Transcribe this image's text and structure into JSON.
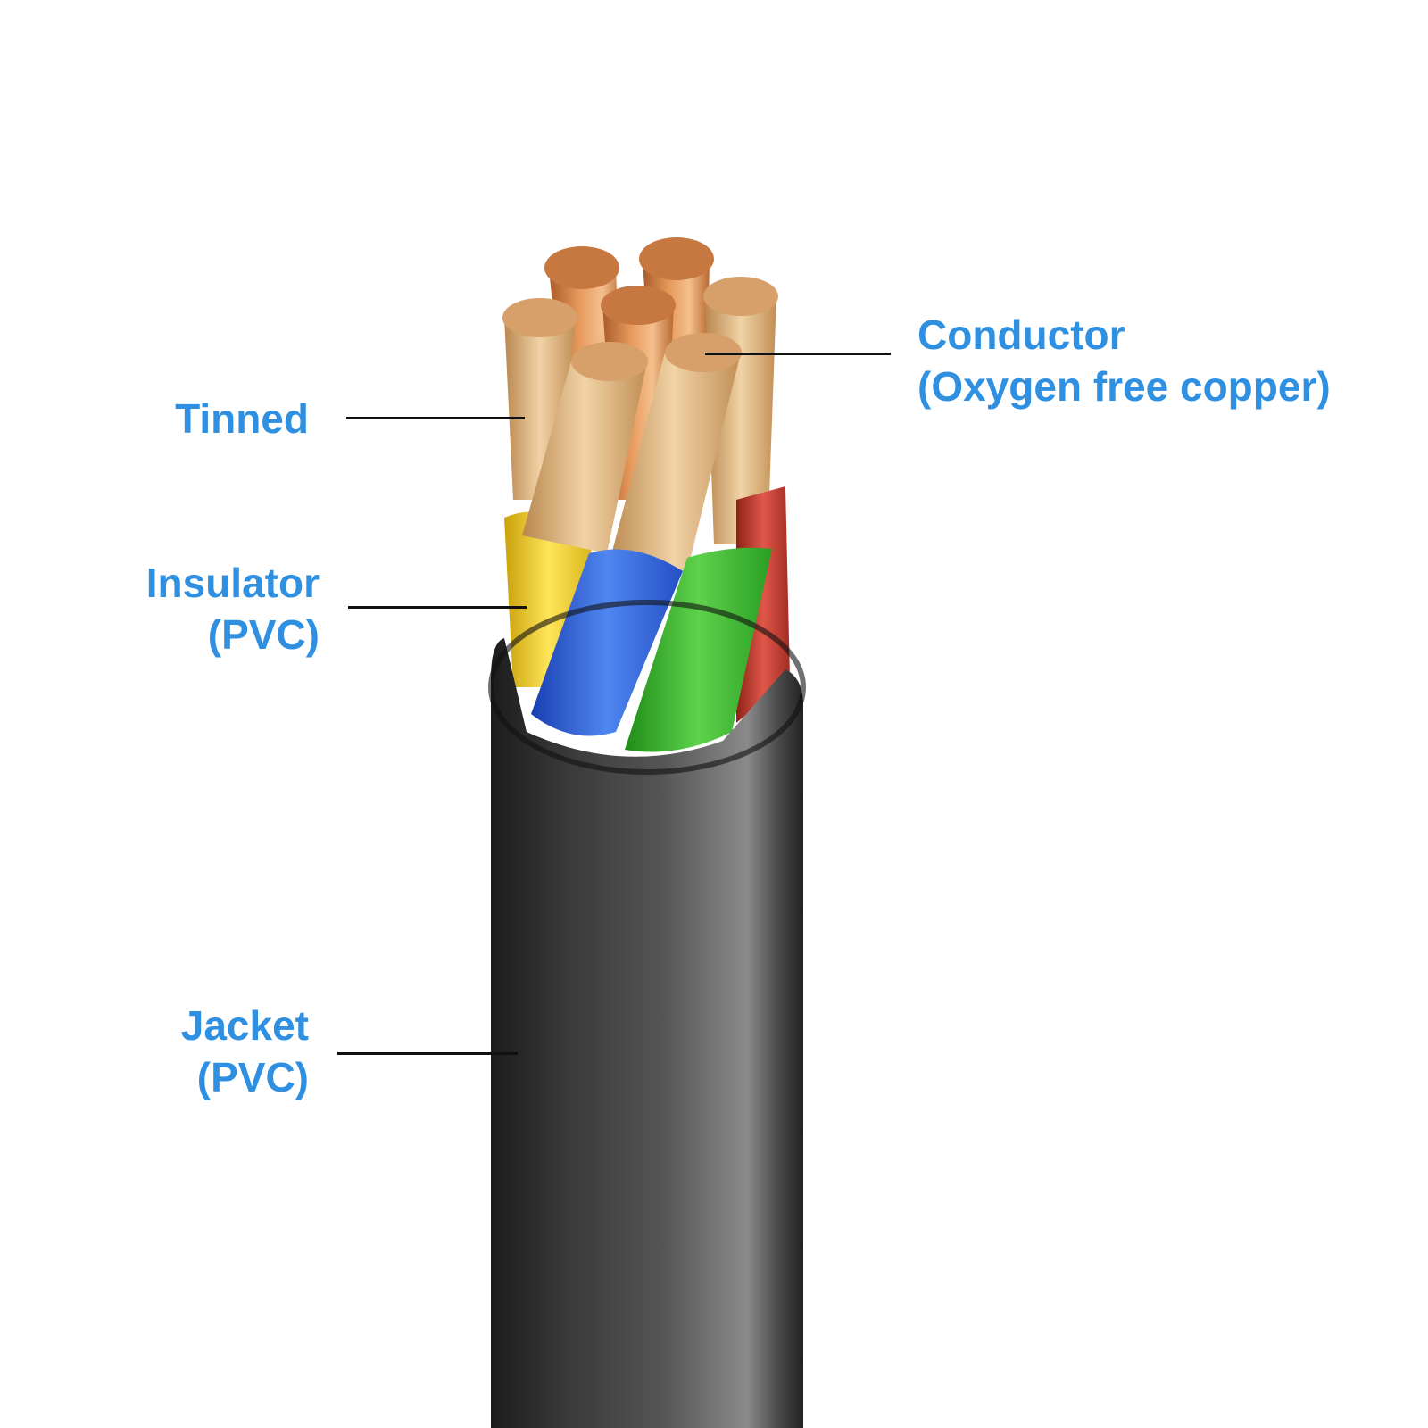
{
  "labels": {
    "tinned": {
      "line1": "Tinned"
    },
    "insulator": {
      "line1": "Insulator",
      "line2": "(PVC)"
    },
    "jacket": {
      "line1": "Jacket",
      "line2": "(PVC)"
    },
    "conductor": {
      "line1": "Conductor",
      "line2": "(Oxygen free copper)"
    }
  },
  "colors": {
    "label_text": "#2f8fe0",
    "leader_line": "#111111",
    "jacket": "#2e2e2e",
    "copper": "#d9844a",
    "tinned": "#e0b47a",
    "insulator_yellow": "#f2cf1c",
    "insulator_blue": "#2f63d8",
    "insulator_green": "#36b52c",
    "insulator_red": "#c73a2c"
  }
}
